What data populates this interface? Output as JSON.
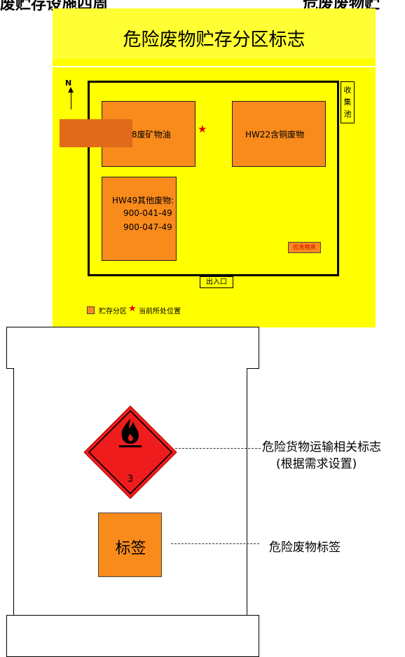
{
  "top_caption": {
    "left": "废贮存设施四周",
    "right": "危废废物贮"
  },
  "sign": {
    "title": "危险废物贮存分区标志",
    "north_label": "N",
    "pool_chars": [
      "收",
      "集",
      "池"
    ],
    "zones": {
      "a": "8废矿物油",
      "b": "HW22含铜废物",
      "c": [
        "HW49其他废物:",
        "900-041-49",
        "900-047-49"
      ]
    },
    "emergency_label": "应急物资",
    "entrance_label": "出入口",
    "legend": {
      "zone_label": "贮存分区",
      "location_label": "当前所处位置"
    },
    "colors": {
      "background": "#ffff00",
      "zone": "#f98a1c",
      "star": "#e00000"
    }
  },
  "drum": {
    "hazard_class_number": "3",
    "label_box_text": "标签",
    "annotation_transport": [
      "危险货物运输相关标志",
      "(根据需求设置)"
    ],
    "annotation_label": "危险废物标签",
    "colors": {
      "hazard_diamond": "#ee1c1c",
      "label": "#f98a1c"
    }
  }
}
